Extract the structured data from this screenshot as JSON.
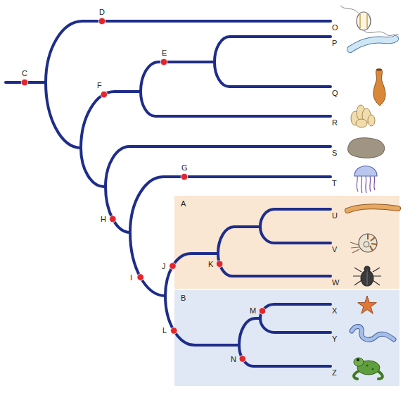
{
  "diagram": {
    "nodes": [
      {
        "text": [
          "A"
        ]
      },
      {
        "text": [
          "B"
        ]
      }
    ],
    "labels": [
      "C",
      "D",
      "E",
      "F",
      "G",
      "H",
      "I",
      "J",
      "K",
      "L",
      "M",
      "N",
      "O",
      "P",
      "Q",
      "R",
      "S",
      "T",
      "U",
      "V",
      "W",
      "X",
      "Y",
      "Z"
    ]
  }
}
